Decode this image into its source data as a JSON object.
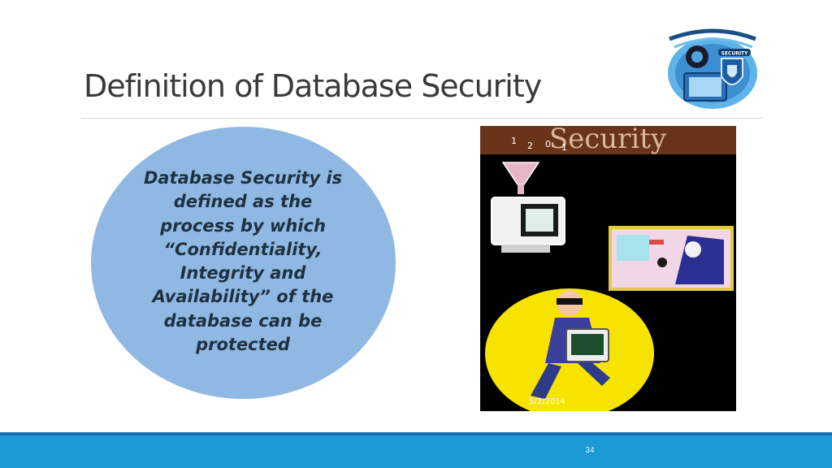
{
  "slide": {
    "title": "Definition of Database Security",
    "body_text": "Database Security is defined as the process by which “Confidentiality, Integrity and Availability” of the database can be protected",
    "page_number": "34"
  },
  "images": {
    "logo": {
      "icon": "security-shield-logo-icon",
      "text": "SECURITY"
    },
    "clipart": {
      "icon": "database-security-clipart-icon",
      "date_stamp": "5/2/2014",
      "banner_text": "Security",
      "digits": [
        "1",
        "2",
        "0",
        "1"
      ]
    }
  },
  "colors": {
    "circle_fill": "#8fb8e3",
    "footer_bar": "#1c9ad6",
    "title_text": "#3a3a3a"
  }
}
